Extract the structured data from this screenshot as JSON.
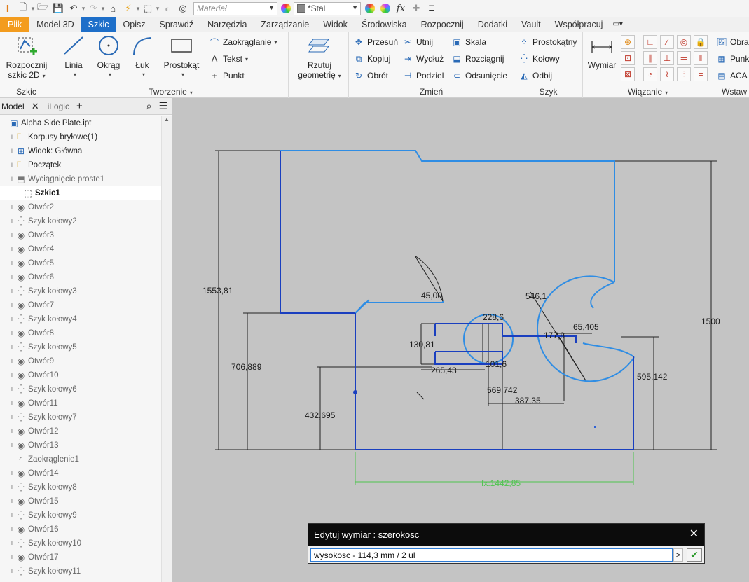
{
  "qat": {
    "material_placeholder": "Materiał",
    "appearance_value": "*Stal",
    "fx": "fx"
  },
  "tabs": [
    "Plik",
    "Model 3D",
    "Szkic",
    "Opisz",
    "Sprawdź",
    "Narzędzia",
    "Zarządzanie",
    "Widok",
    "Środowiska",
    "Rozpocznij",
    "Dodatki",
    "Vault",
    "Współpracuj"
  ],
  "active_tab": "Szkic",
  "ribbon": {
    "szkic": {
      "start_label_1": "Rozpocznij",
      "start_label_2": "szkic 2D",
      "group_label": "Szkic"
    },
    "tworzenie": {
      "linia": "Linia",
      "okrag": "Okrąg",
      "luk": "Łuk",
      "prostokat": "Prostokąt",
      "zaokraglanie": "Zaokrąglanie",
      "tekst": "Tekst",
      "punkt": "Punkt",
      "group_label": "Tworzenie"
    },
    "rzutuj": {
      "label_1": "Rzutuj",
      "label_2": "geometrię"
    },
    "zmien": {
      "przesun": "Przesuń",
      "utnij": "Utnij",
      "skala": "Skala",
      "kopiuj": "Kopiuj",
      "wydluz": "Wydłuż",
      "rozciagnij": "Rozciągnij",
      "obrot": "Obrót",
      "podziel": "Podziel",
      "odsuniecie": "Odsunięcie",
      "group_label": "Zmień"
    },
    "szyk": {
      "prostokatny": "Prostokątny",
      "kolowy": "Kołowy",
      "odbij": "Odbij",
      "group_label": "Szyk"
    },
    "wiazanie": {
      "wymiar": "Wymiar",
      "group_label": "Wiązanie"
    },
    "wstaw": {
      "obraz": "Obra",
      "punkt": "Punk",
      "aca": "ACA",
      "group_label": "Wstaw"
    }
  },
  "browser": {
    "tab_model": "Model",
    "tab_ilogic": "iLogic",
    "items": [
      {
        "label": "Alpha Side Plate.ipt",
        "icon": "part-icon",
        "indent": 0,
        "plus": false,
        "style": "dark"
      },
      {
        "label": "Korpusy bryłowe(1)",
        "icon": "folder-icon",
        "indent": 1,
        "plus": true,
        "style": "dark"
      },
      {
        "label": "Widok: Główna",
        "icon": "view-icon",
        "indent": 1,
        "plus": true,
        "style": "dark"
      },
      {
        "label": "Początek",
        "icon": "folder-icon",
        "indent": 1,
        "plus": true,
        "style": "dark"
      },
      {
        "label": "Wyciągnięcie proste1",
        "icon": "extrude-icon",
        "indent": 1,
        "plus": true,
        "style": "gray"
      },
      {
        "label": "Szkic1",
        "icon": "sketch-icon",
        "indent": 2,
        "plus": false,
        "style": "sel"
      },
      {
        "label": "Otwór2",
        "icon": "hole-icon",
        "indent": 1,
        "plus": true,
        "style": "gray"
      },
      {
        "label": "Szyk kołowy2",
        "icon": "pattern-icon",
        "indent": 1,
        "plus": true,
        "style": "gray"
      },
      {
        "label": "Otwór3",
        "icon": "hole-icon",
        "indent": 1,
        "plus": true,
        "style": "gray"
      },
      {
        "label": "Otwór4",
        "icon": "hole-icon",
        "indent": 1,
        "plus": true,
        "style": "gray"
      },
      {
        "label": "Otwór5",
        "icon": "hole-icon",
        "indent": 1,
        "plus": true,
        "style": "gray"
      },
      {
        "label": "Otwór6",
        "icon": "hole-icon",
        "indent": 1,
        "plus": true,
        "style": "gray"
      },
      {
        "label": "Szyk kołowy3",
        "icon": "pattern-icon",
        "indent": 1,
        "plus": true,
        "style": "gray"
      },
      {
        "label": "Otwór7",
        "icon": "hole-icon",
        "indent": 1,
        "plus": true,
        "style": "gray"
      },
      {
        "label": "Szyk kołowy4",
        "icon": "pattern-icon",
        "indent": 1,
        "plus": true,
        "style": "gray"
      },
      {
        "label": "Otwór8",
        "icon": "hole-icon",
        "indent": 1,
        "plus": true,
        "style": "gray"
      },
      {
        "label": "Szyk kołowy5",
        "icon": "pattern-icon",
        "indent": 1,
        "plus": true,
        "style": "gray"
      },
      {
        "label": "Otwór9",
        "icon": "hole-icon",
        "indent": 1,
        "plus": true,
        "style": "gray"
      },
      {
        "label": "Otwór10",
        "icon": "hole-icon",
        "indent": 1,
        "plus": true,
        "style": "gray"
      },
      {
        "label": "Szyk kołowy6",
        "icon": "pattern-icon",
        "indent": 1,
        "plus": true,
        "style": "gray"
      },
      {
        "label": "Otwór11",
        "icon": "hole-icon",
        "indent": 1,
        "plus": true,
        "style": "gray"
      },
      {
        "label": "Szyk kołowy7",
        "icon": "pattern-icon",
        "indent": 1,
        "plus": true,
        "style": "gray"
      },
      {
        "label": "Otwór12",
        "icon": "hole-icon",
        "indent": 1,
        "plus": true,
        "style": "gray"
      },
      {
        "label": "Otwór13",
        "icon": "hole-icon",
        "indent": 1,
        "plus": true,
        "style": "gray"
      },
      {
        "label": "Zaokrąglenie1",
        "icon": "fillet-icon",
        "indent": 1,
        "plus": false,
        "style": "gray"
      },
      {
        "label": "Otwór14",
        "icon": "hole-icon",
        "indent": 1,
        "plus": true,
        "style": "gray"
      },
      {
        "label": "Szyk kołowy8",
        "icon": "pattern-icon",
        "indent": 1,
        "plus": true,
        "style": "gray"
      },
      {
        "label": "Otwór15",
        "icon": "hole-icon",
        "indent": 1,
        "plus": true,
        "style": "gray"
      },
      {
        "label": "Szyk kołowy9",
        "icon": "pattern-icon",
        "indent": 1,
        "plus": true,
        "style": "gray"
      },
      {
        "label": "Otwór16",
        "icon": "hole-icon",
        "indent": 1,
        "plus": true,
        "style": "gray"
      },
      {
        "label": "Szyk kołowy10",
        "icon": "pattern-icon",
        "indent": 1,
        "plus": true,
        "style": "gray"
      },
      {
        "label": "Otwór17",
        "icon": "hole-icon",
        "indent": 1,
        "plus": true,
        "style": "gray"
      },
      {
        "label": "Szyk kołowy11",
        "icon": "pattern-icon",
        "indent": 1,
        "plus": true,
        "style": "gray"
      }
    ]
  },
  "sketch": {
    "dimensions": {
      "d1553": "1553,81",
      "d1500": "1500",
      "d706": "706,889",
      "d432": "432,695",
      "d45": "45,00",
      "d546": "546,1",
      "d228": "228,6",
      "d65": "65,405",
      "d130": "130,81",
      "d177": "177,8",
      "d101": "101,6",
      "d265": "265,43",
      "d569": "569,742",
      "d387": "387,35",
      "d595": "595,142",
      "dfx": "fx:1442,85"
    },
    "colors": {
      "profile": "#1a3fbf",
      "construction": "#2f8de4",
      "dimension": "#222222",
      "driven": "#4ec44e"
    }
  },
  "dialog": {
    "title": "Edytuj wymiar : szerokosc",
    "value": "wysokosc - 114,3 mm / 2 ul",
    "close": "✕",
    "arrow": ">",
    "ok": "✔"
  }
}
